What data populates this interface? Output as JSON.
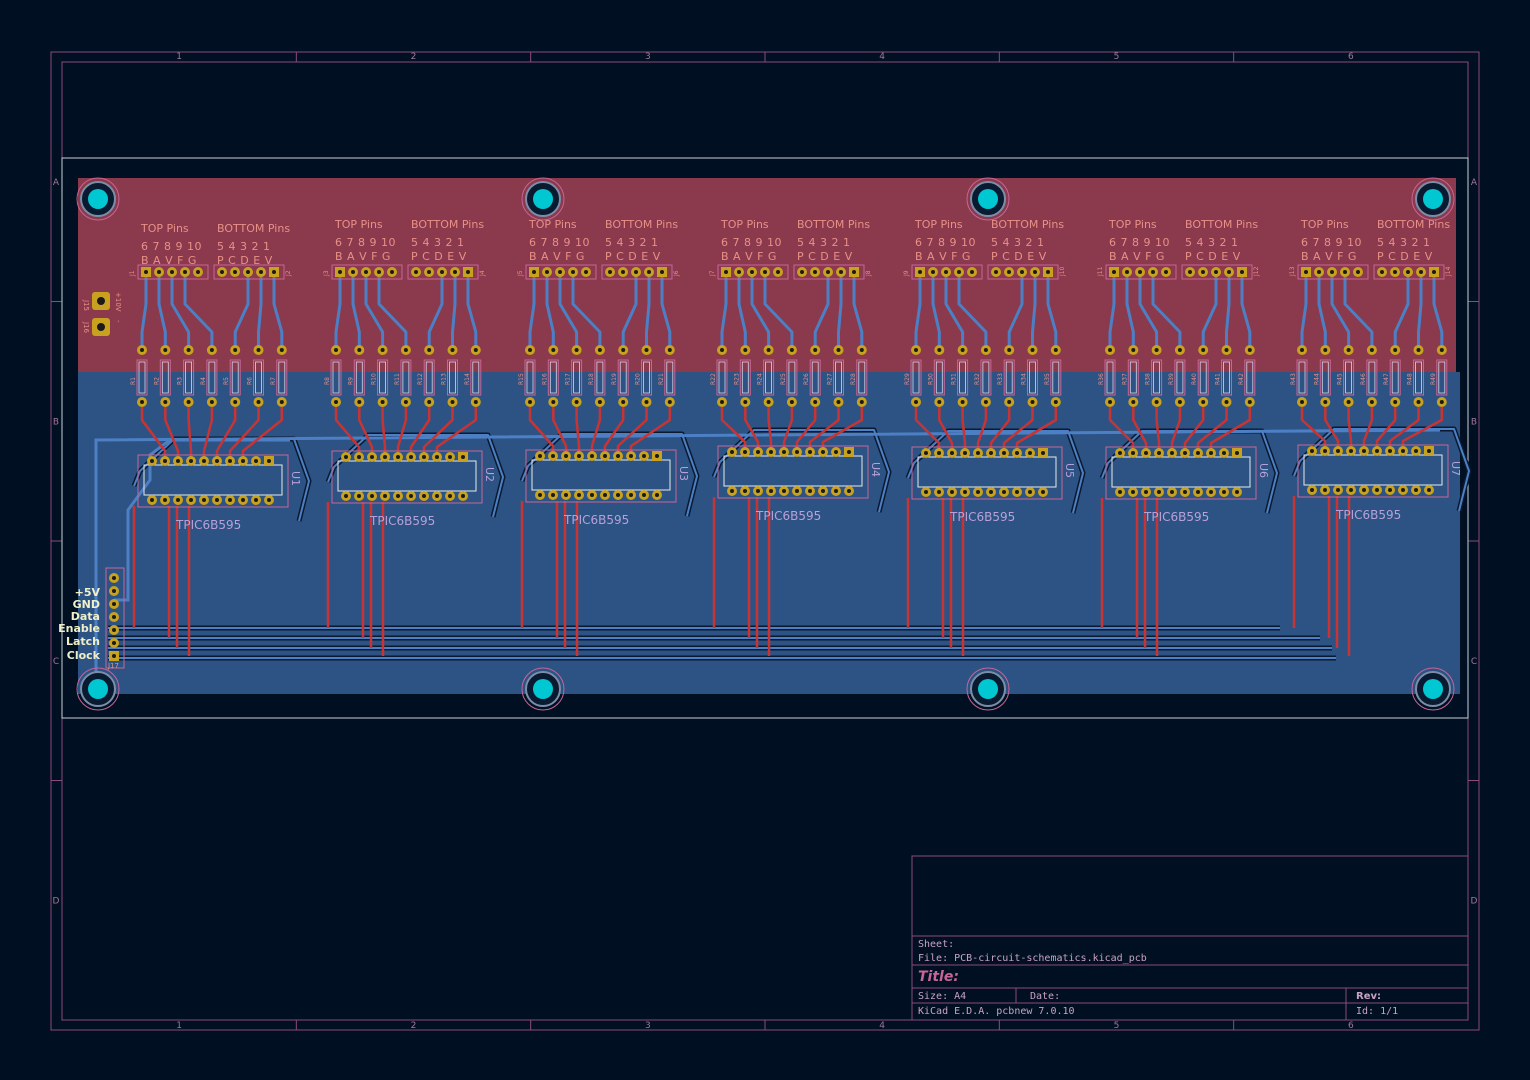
{
  "app": {
    "name": "KiCad",
    "tool": "pcbnew"
  },
  "frame": {
    "columns": [
      "1",
      "2",
      "3",
      "4",
      "5",
      "6"
    ],
    "rows": [
      "A",
      "B",
      "C",
      "D"
    ]
  },
  "title_block": {
    "sheet_label": "Sheet:",
    "file_label": "File: PCB-circuit-schematics.kicad_pcb",
    "title_label": "Title:",
    "size_label": "Size: A4",
    "date_label": "Date:",
    "rev_label": "Rev:",
    "app_label": "KiCad E.D.A.  pcbnew 7.0.10",
    "id_label": "Id: 1/1"
  },
  "board": {
    "top_copper_color": "#8a3a4c",
    "bottom_copper_color": "#2d5384",
    "front_track_color": "#c83434",
    "back_track_color": "#4d7fc4",
    "pad_color": "#c8a21e",
    "hole_color": "#00c8d2",
    "mounting_hole_count": 8
  },
  "modules": [
    {
      "u": "U1",
      "chip": "TPIC6B595",
      "j_top": "J1",
      "j_bottom": "J2",
      "resistors": [
        "R1",
        "R2",
        "R3",
        "R4",
        "R5",
        "R6",
        "R7"
      ]
    },
    {
      "u": "U2",
      "chip": "TPIC6B595",
      "j_top": "J3",
      "j_bottom": "J4",
      "resistors": [
        "R8",
        "R9",
        "R10",
        "R11",
        "R12",
        "R13",
        "R14"
      ]
    },
    {
      "u": "U3",
      "chip": "TPIC6B595",
      "j_top": "J5",
      "j_bottom": "J6",
      "resistors": [
        "R15",
        "R16",
        "R17",
        "R18",
        "R19",
        "R20",
        "R21"
      ]
    },
    {
      "u": "U4",
      "chip": "TPIC6B595",
      "j_top": "J7",
      "j_bottom": "J8",
      "resistors": [
        "R22",
        "R23",
        "R24",
        "R25",
        "R26",
        "R27",
        "R28"
      ]
    },
    {
      "u": "U5",
      "chip": "TPIC6B595",
      "j_top": "J9",
      "j_bottom": "J10",
      "resistors": [
        "R29",
        "R30",
        "R31",
        "R32",
        "R33",
        "R34",
        "R35"
      ]
    },
    {
      "u": "U6",
      "chip": "TPIC6B595",
      "j_top": "J11",
      "j_bottom": "J12",
      "resistors": [
        "R36",
        "R37",
        "R38",
        "R39",
        "R40",
        "R41",
        "R42"
      ]
    },
    {
      "u": "U7",
      "chip": "TPIC6B595",
      "j_top": "J13",
      "j_bottom": "J14",
      "resistors": [
        "R43",
        "R44",
        "R45",
        "R46",
        "R47",
        "R48",
        "R49"
      ]
    }
  ],
  "pin_labels": {
    "top_heading": "TOP Pins",
    "bottom_heading": "BOTTOM Pins",
    "top_numbers": "6 7 8 9 10",
    "top_letters": "B A V F G",
    "bottom_numbers": "5 4 3 2 1",
    "bottom_letters": "P C D E V"
  },
  "power_connector": {
    "ref": "J15",
    "pins": [
      "+10V",
      "-"
    ]
  },
  "power_connector_2": {
    "ref": "J16"
  },
  "main_connector": {
    "ref": "J17",
    "labels": [
      "+5V",
      "GND",
      "Data",
      "Enable",
      "Latch",
      "Clock"
    ]
  }
}
